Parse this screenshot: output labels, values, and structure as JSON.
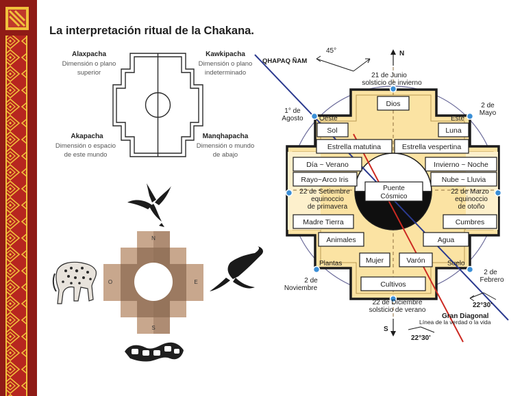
{
  "title": "La interpretación ritual de la Chakana.",
  "left_diagram": {
    "alaxpacha": {
      "name": "Alaxpacha",
      "line1": "Dimensión o plano",
      "line2": "superior"
    },
    "kawkipacha": {
      "name": "Kawkipacha",
      "line1": "Dimensión o plano",
      "line2": "indeterminado"
    },
    "akapacha": {
      "name": "Akapacha",
      "line1": "Dimensión o espacio",
      "line2": "de este mundo"
    },
    "manqhapacha": {
      "name": "Manqhapacha",
      "line1": "Dimensión o mundo",
      "line2": "de abajo"
    }
  },
  "animal_chakana": {
    "n": "N",
    "s": "S",
    "e": "E",
    "o": "O"
  },
  "big_chakana": {
    "road": "QHAPAQ ÑAM",
    "angle_top": "45°",
    "north": "N",
    "south": "S",
    "june_1": "21 de Junio",
    "june_2": "solsticio de invierno",
    "august_1": "1° de",
    "august_2": "Agosto",
    "may_1": "2 de",
    "may_2": "Mayo",
    "oeste": "Oeste",
    "este": "Este",
    "dios": "Dios",
    "sol": "Sol",
    "luna": "Luna",
    "estrella_matutina": "Estrella matutina",
    "estrella_vespertina": "Estrella vespertina",
    "dia_verano": "Día ~ Verano",
    "invierno_noche": "Invierno ~ Noche",
    "rayo": "Rayo~Arco Iris",
    "nube": "Nube ~ Lluvia",
    "setiembre_1": "22 de Setiembre",
    "setiembre_2": "equinoccio",
    "setiembre_3": "de primavera",
    "marzo_1": "22 de Marzo",
    "marzo_2": "equinoccio",
    "marzo_3": "de otoño",
    "puente_1": "Puente",
    "puente_2": "Cósmico",
    "madre_tierra": "Madre Tierra",
    "cumbres": "Cumbres",
    "animales": "Animales",
    "agua": "Agua",
    "plantas": "Plantas",
    "suelo": "Suelo",
    "mujer": "Mujer",
    "varon": "Varón",
    "cultivos": "Cultivos",
    "noviembre_1": "2 de",
    "noviembre_2": "Noviembre",
    "febrero_1": "2 de",
    "febrero_2": "Febrero",
    "diciembre_1": "22 de Diciembre",
    "diciembre_2": "solsticio de verano",
    "gran_diagonal": "Gran Diagonal",
    "linea_verdad": "Línea de la verdad o la vida",
    "angle_right": "22°30'",
    "angle_bottom": "22°30'"
  },
  "colors": {
    "band_red": "#b7261f",
    "band_gold": "#f1c13c",
    "chakana_fill": "#fbe3a3",
    "chakana_pale": "#fdf0cc",
    "road_blue": "#2b3a8f",
    "diagonal_red": "#cc2a22",
    "node_blue": "#3a8ed6"
  }
}
